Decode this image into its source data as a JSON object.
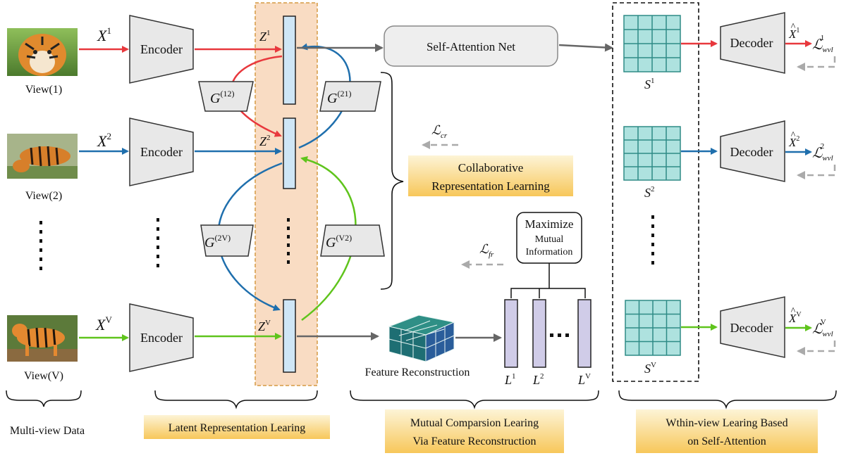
{
  "views": [
    {
      "label": "View(1)",
      "x_var": "X",
      "x_sup": "1",
      "z_sup": "1"
    },
    {
      "label": "View(2)",
      "x_var": "X",
      "x_sup": "2",
      "z_sup": "2"
    },
    {
      "label": "View(V)",
      "x_var": "X",
      "x_sup": "V",
      "z_sup": "V"
    }
  ],
  "encoder_label": "Encoder",
  "z_var": "Z",
  "g_var": "G",
  "generators": [
    {
      "sup": "(12)"
    },
    {
      "sup": "(21)"
    },
    {
      "sup": "(2V)"
    },
    {
      "sup": "(V2)"
    }
  ],
  "self_attention_label": "Self-Attention  Net",
  "s_var": "S",
  "s_sups": [
    "1",
    "2",
    "V"
  ],
  "decoder_label": "Decoder",
  "xhat_sups": [
    "1",
    "2",
    "V"
  ],
  "wvl_loss": {
    "symbol": "ℒ",
    "sub": "wvl",
    "sups": [
      "1",
      "2",
      "V"
    ]
  },
  "cr_loss": {
    "symbol": "ℒ",
    "sub": "cr"
  },
  "fr_loss": {
    "symbol": "ℒ",
    "sub": "fr"
  },
  "collab_box": {
    "line1": "Collaborative",
    "line2": "Representation  Learning"
  },
  "maximize_box": {
    "line1": "Maximize",
    "line2": "Mutual",
    "line3": "Information"
  },
  "feature_reconstruction_label": "Feature Reconstruction",
  "l_var": "L",
  "l_sups": [
    "1",
    "2",
    "V"
  ],
  "bottom_labels": {
    "multi_view": "Multi-view Data",
    "latent": "Latent Representation Learing",
    "mutual_line1": "Mutual Comparsion Learing",
    "mutual_line2": "Via Feature Reconstruction",
    "within_line1": "Wthin-view  Learing Based",
    "within_line2": "on Self-Attention"
  },
  "colors": {
    "red": "#e8383d",
    "blue": "#1f6fad",
    "green": "#5fc41c",
    "gray": "#666666",
    "latent_panel": "#f9dcc3",
    "z_bar": "#cfe6f6",
    "grid_fill": "#aee2df",
    "grid_stroke": "#2e8b86",
    "box_gray": "#e8e8e8",
    "highlight_top": "#fdf2cf",
    "highlight_bottom": "#f7c75a",
    "l_bar": "#d0cce8"
  }
}
